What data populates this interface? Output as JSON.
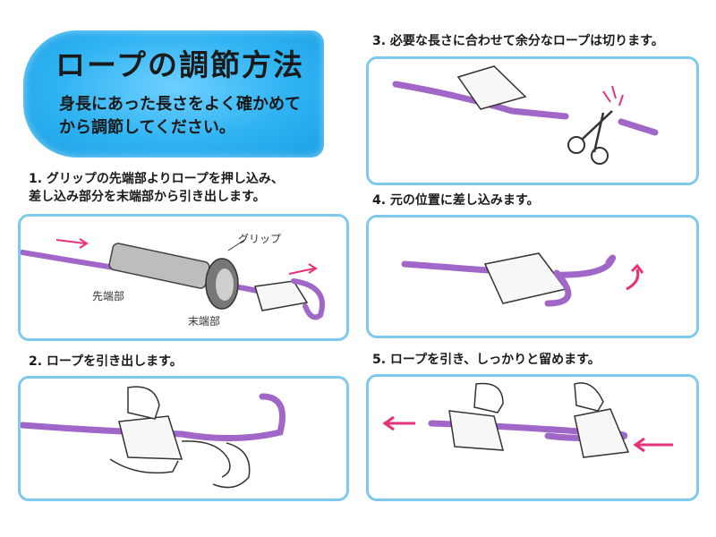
{
  "title": "ロープの調節方法",
  "subtitle": "身長にあった長さをよく確かめてから調節してください。",
  "steps": [
    {
      "line1": "1. グリップの先端部よりロープを押し込み、",
      "line2": "差し込み部分を末端部から引き出します。"
    },
    {
      "line1": "2. ロープを引き出します。"
    },
    {
      "line1": "3. 必要な長さに合わせて余分なロープは切ります。"
    },
    {
      "line1": "4. 元の位置に差し込みます。"
    },
    {
      "line1": "5. ロープを引き、しっかりと留めます。"
    }
  ],
  "labels": {
    "grip": "グリップ",
    "tip": "先端部",
    "end": "末端部"
  },
  "colors": {
    "rope": "#a066c8",
    "panel_border": "#7ec9ec",
    "arrow": "#e8317a",
    "title_bg": "#2fb3f2"
  }
}
